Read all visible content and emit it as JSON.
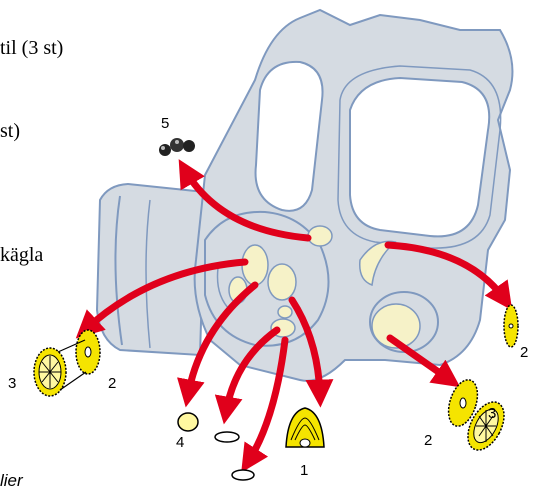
{
  "text_fragments": {
    "line1": "til (3 st)",
    "line2": "st)",
    "line3": "kägla",
    "line4": "lier"
  },
  "numbers": {
    "n5": "5",
    "n3_left": "3",
    "n2_left": "2",
    "n4": "4",
    "n1": "1",
    "n2_bottom_right": "2",
    "n3_bottom_right": "3",
    "n2_right": "2"
  },
  "colors": {
    "mask_fill": "#d5dbe2",
    "mask_stroke": "#7f99bf",
    "part_fill": "#f6f2c8",
    "arrow": "#e0001b",
    "gear_yellow": "#f5e400",
    "ink": "#000000"
  }
}
